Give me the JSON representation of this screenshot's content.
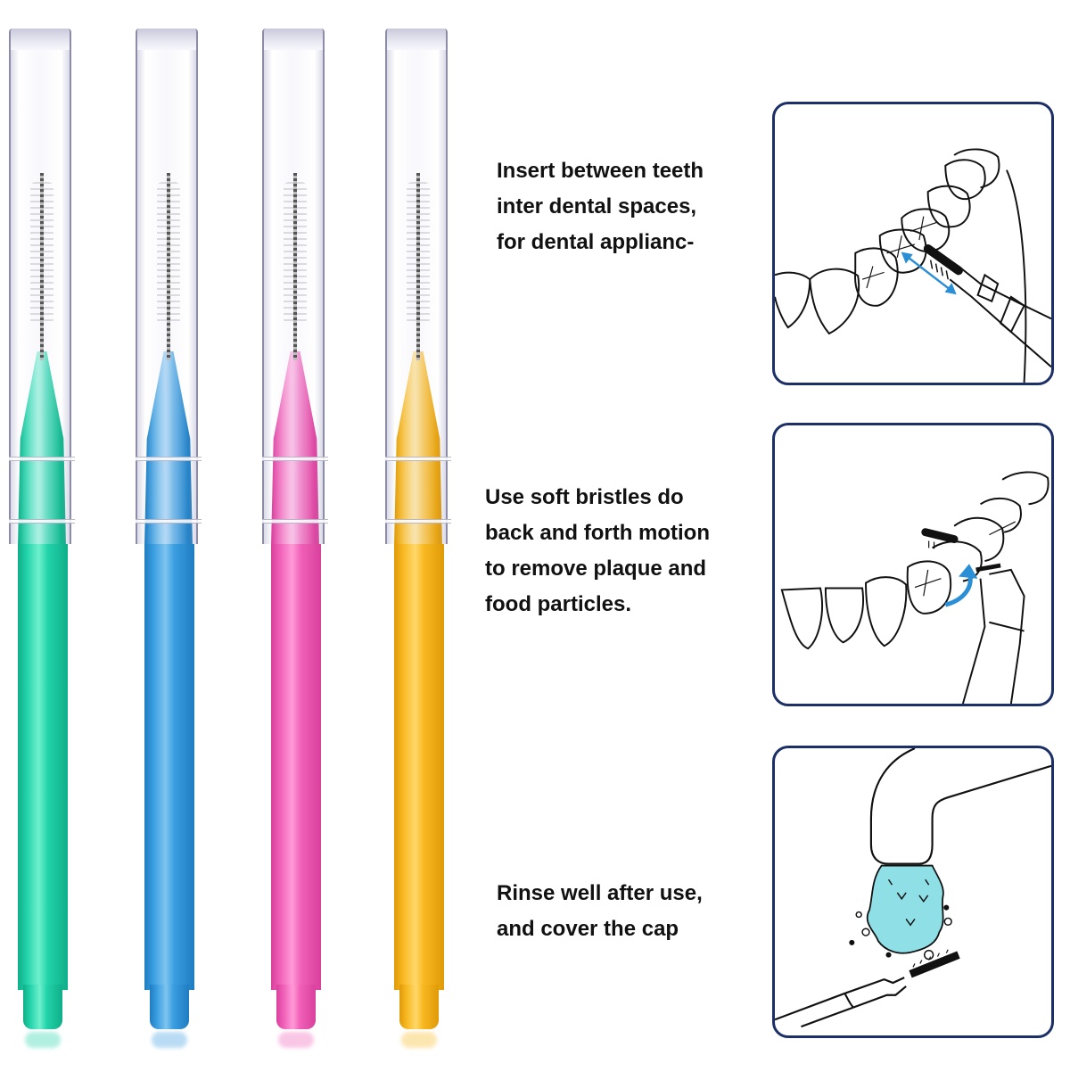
{
  "product": {
    "brushes": [
      {
        "color_name": "teal",
        "color": "#22d3aa",
        "light": "#6ef0cc",
        "dark": "#0fae88"
      },
      {
        "color_name": "blue",
        "color": "#3a9ee0",
        "light": "#7ec4f0",
        "dark": "#1f7cc0"
      },
      {
        "color_name": "pink",
        "color": "#f060b8",
        "light": "#ff9ad6",
        "dark": "#d8409c"
      },
      {
        "color_name": "yellow",
        "color": "#f8b820",
        "light": "#ffd86a",
        "dark": "#e09a08"
      }
    ]
  },
  "instructions": [
    {
      "lines": [
        "Insert between teeth",
        "inter dental spaces,",
        "for dental applianc-"
      ],
      "illustration": "teeth-brush-insert-illustration"
    },
    {
      "lines": [
        "Use soft bristles do",
        "back and forth motion",
        "to remove plaque and",
        "food particles."
      ],
      "illustration": "teeth-brush-motion-illustration"
    },
    {
      "lines": [
        "Rinse well after use,",
        "and cover the cap"
      ],
      "illustration": "faucet-rinse-illustration"
    }
  ],
  "colors": {
    "panel_border": "#1c2f66",
    "arrow_blue": "#2b8fd6",
    "water": "#8fe0e6",
    "text": "#111111"
  }
}
